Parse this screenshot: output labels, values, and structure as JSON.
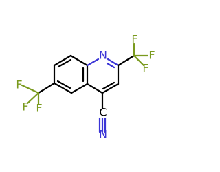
{
  "molecule": {
    "atoms": {
      "ring_n": "N",
      "nitrile_c": "C",
      "nitrile_n": "N",
      "f_left_upper": "F",
      "f_left_lower": "F",
      "f_left_mid": "F",
      "f_right_upper": "F",
      "f_right_lower": "F",
      "f_right_mid": "F"
    },
    "colors": {
      "bond": "#000000",
      "nitrogen": "#3a34d6",
      "fluorine": "#7a9a1e",
      "background": "#ffffff"
    }
  }
}
